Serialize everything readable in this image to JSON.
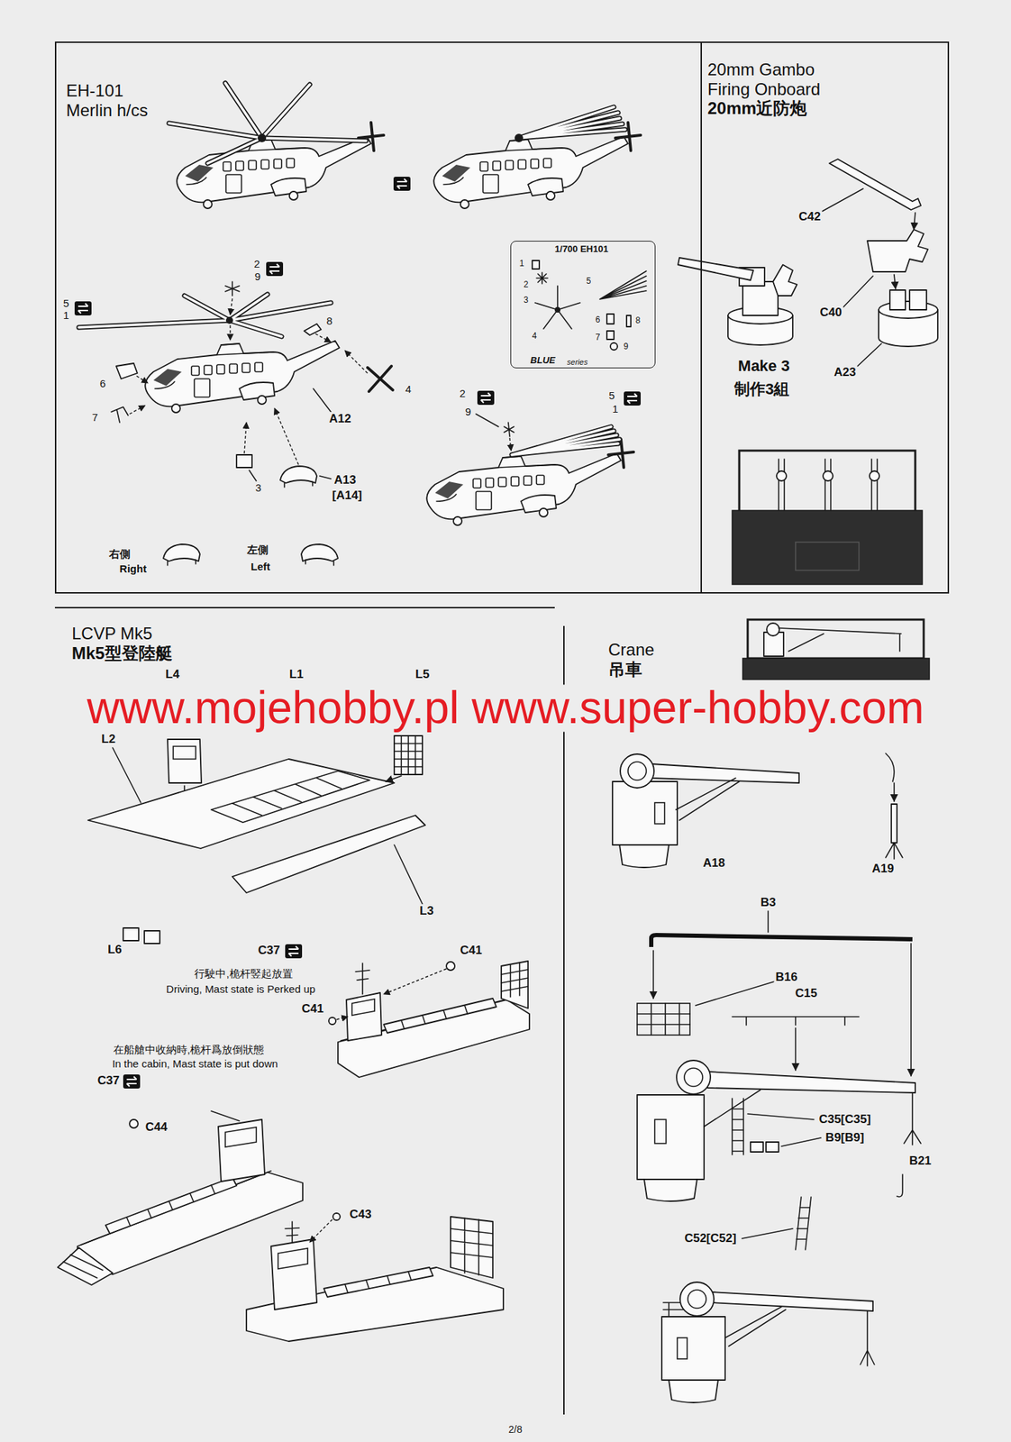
{
  "diagram": {
    "nodes": [
      {
        "text": [
          "EH-101 Merlin h/cs"
        ]
      },
      {
        "text": [
          "1/700 EH101"
        ],
        "in": 0
      },
      {
        "text": [
          "20mm Gambo Firing Onboard",
          "20mm近防炮"
        ]
      },
      {
        "text": [
          "LCVP Mk5",
          "Mk5型登陸艇"
        ]
      },
      {
        "text": [
          "Crane",
          "吊車"
        ]
      }
    ],
    "labels": [
      "2",
      "9",
      "5",
      "1",
      "8",
      "6",
      "7",
      "4",
      "A12",
      "3",
      "A13",
      "[A14]",
      "右側",
      "Right",
      "左側",
      "Left",
      "2",
      "9",
      "5",
      "1",
      "1",
      "2",
      "5",
      "3",
      "4",
      "6",
      "7",
      "8",
      "9",
      "BLUE",
      "series",
      "C42",
      "C40",
      "A23",
      "Make 3",
      "制作3組",
      "L4",
      "L1",
      "L5",
      "L2",
      "L3",
      "L6",
      "C37",
      "C41",
      "行駛中,桅杆竪起放置",
      "Driving, Mast state is Perked up",
      "C41",
      "在船艙中收納時,桅杆爲放倒狀態",
      "In the cabin, Mast state is put down",
      "C37",
      "C44",
      "C43",
      "A18",
      "A19",
      "B3",
      "B16",
      "C15",
      "C35[C35]",
      "B9[B9]",
      "B21",
      "C52[C52]",
      "www.mojehobby.pl www.super-hobby.com",
      "2/8"
    ]
  }
}
